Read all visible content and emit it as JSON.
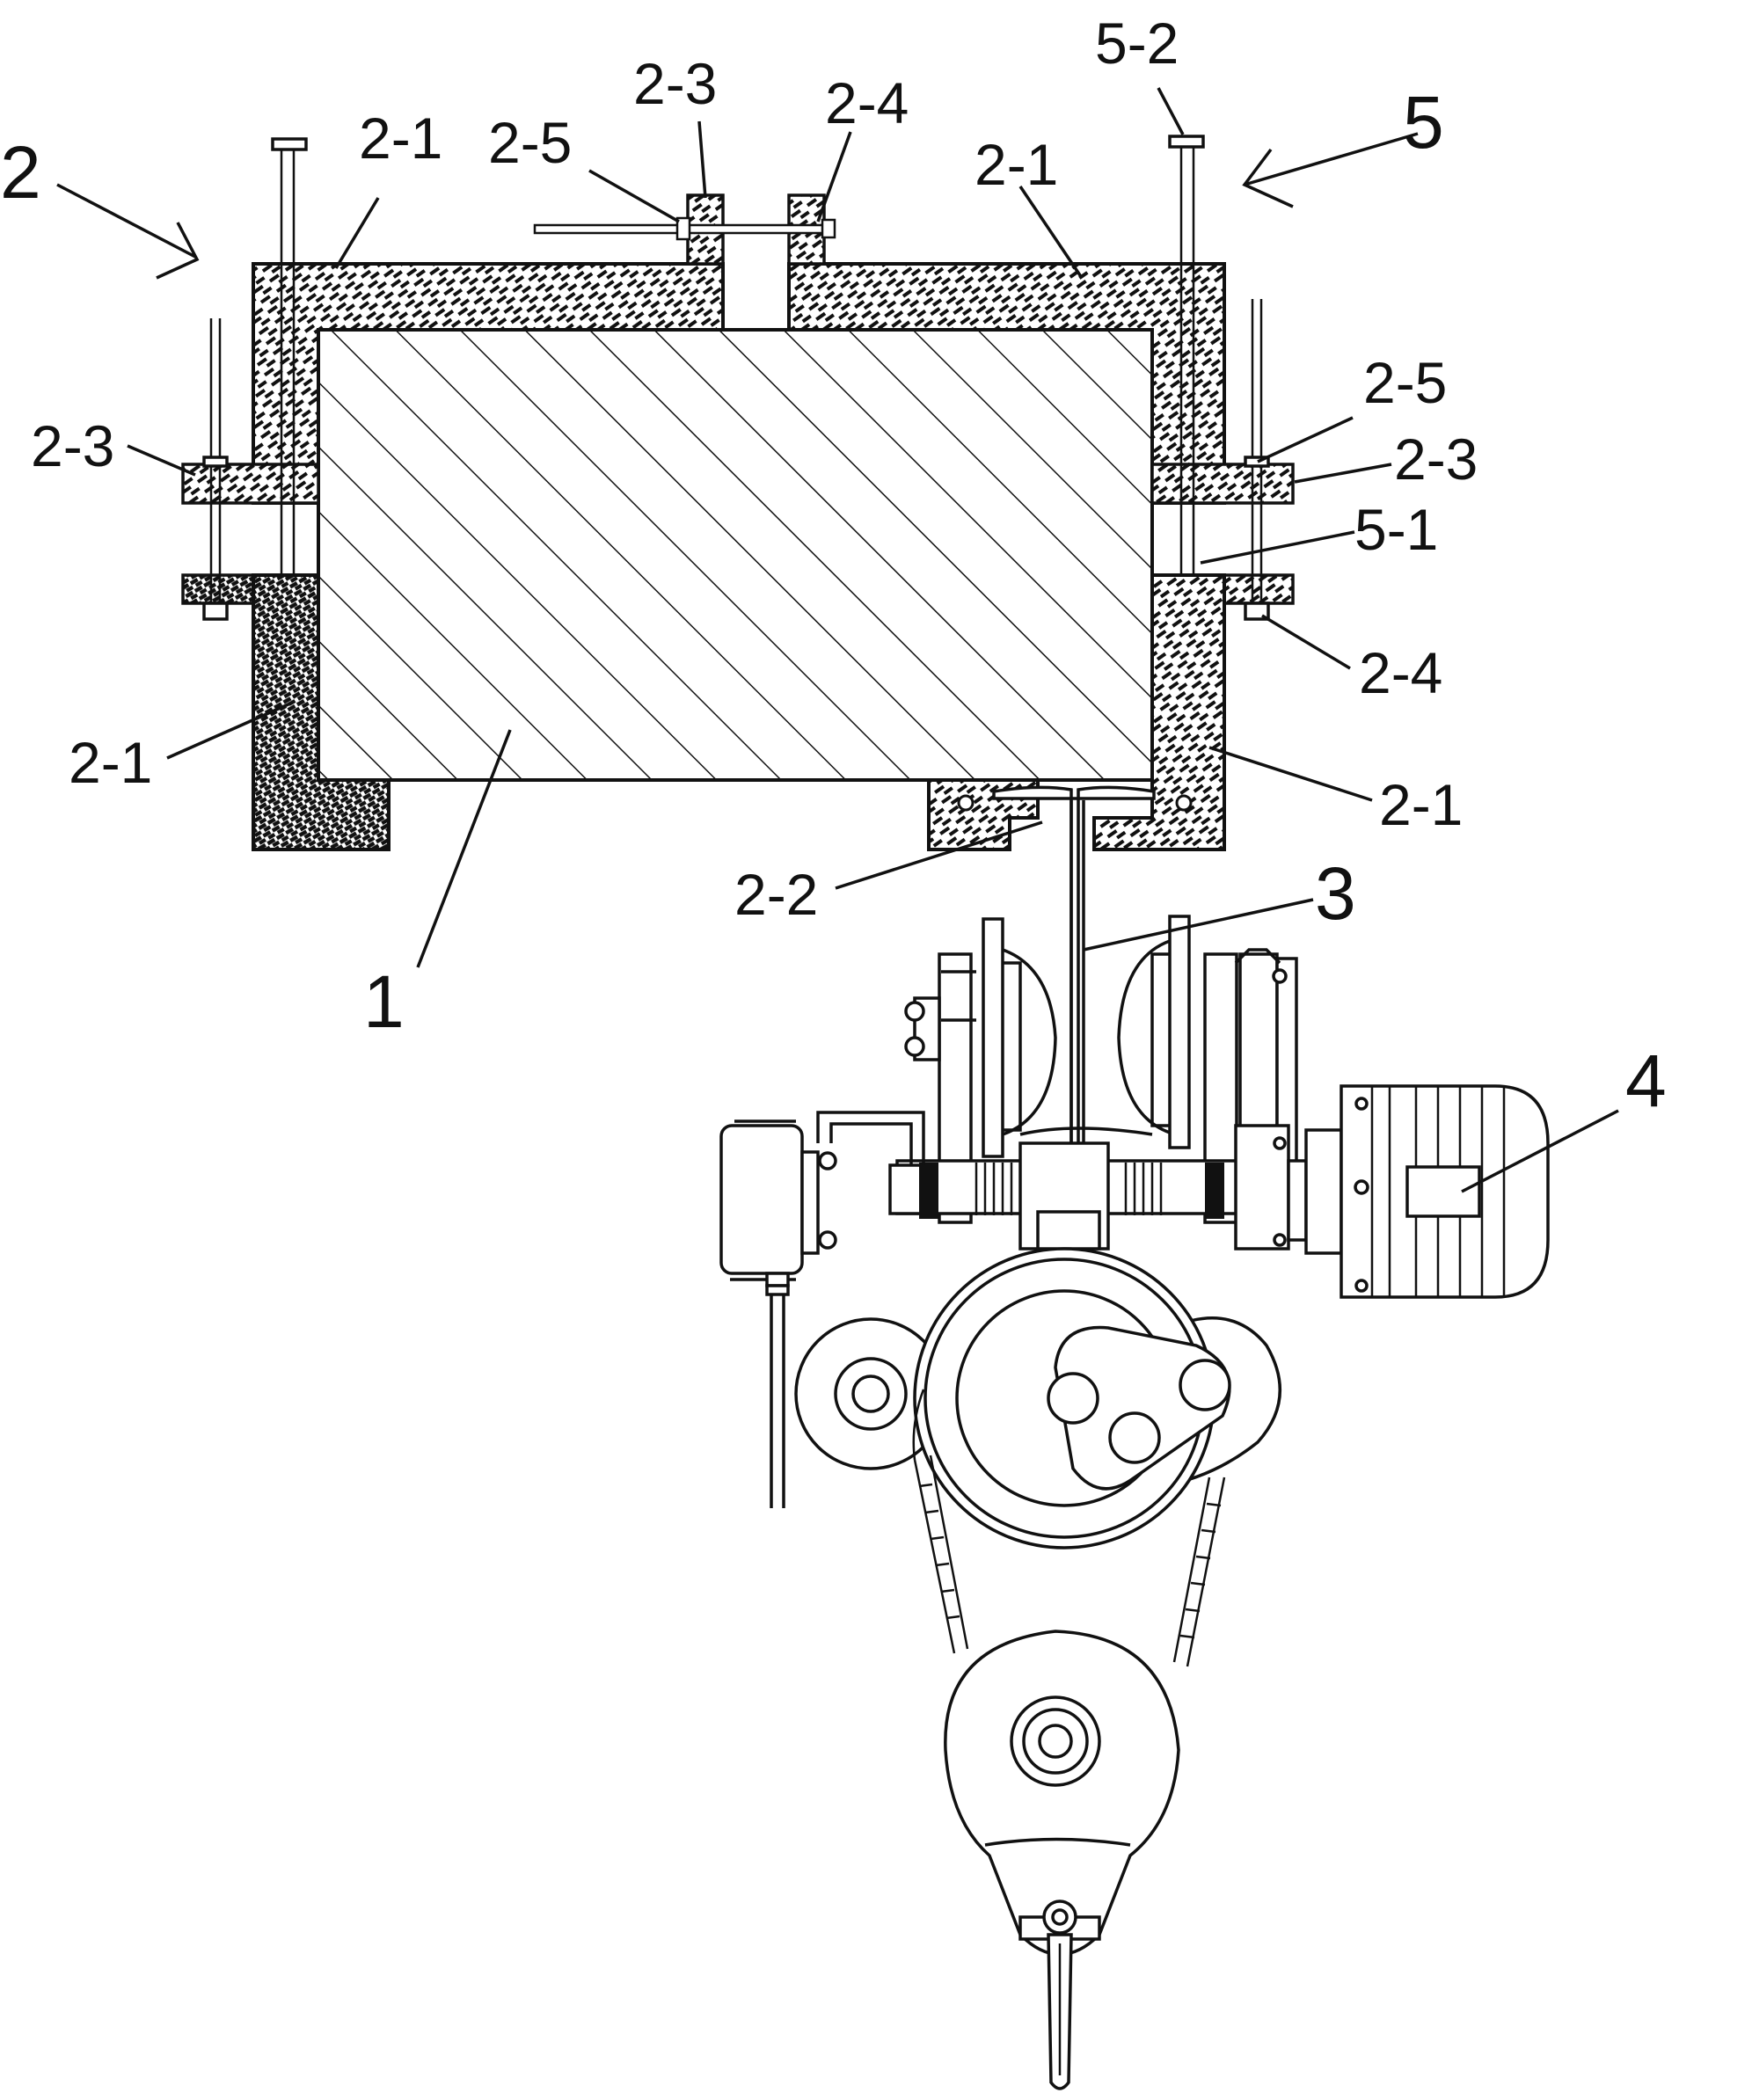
{
  "labels": {
    "l_2": "2",
    "l_2_1_top_left": "2-1",
    "l_2_5_top": "2-5",
    "l_2_3_top": "2-3",
    "l_2_4_top": "2-4",
    "l_2_1_top_right": "2-1",
    "l_5_2": "5-2",
    "l_5": "5",
    "l_2_3_left": "2-3",
    "l_2_5_right": "2-5",
    "l_2_3_right": "2-3",
    "l_5_1": "5-1",
    "l_2_4_right": "2-4",
    "l_2_1_left": "2-1",
    "l_2_1_right": "2-1",
    "l_2_2": "2-2",
    "l_3": "3",
    "l_1": "1",
    "l_4": "4"
  },
  "colors": {
    "ink": "#111111",
    "paper": "#ffffff",
    "hatch_fill": "#bdbdbd"
  }
}
